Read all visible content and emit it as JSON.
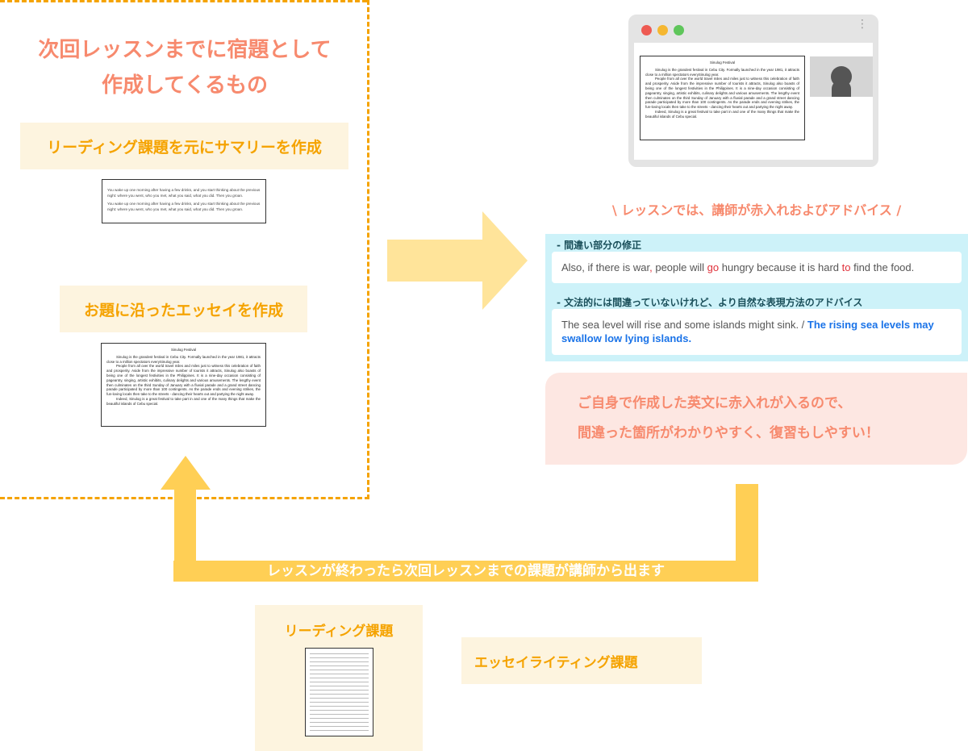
{
  "homework": {
    "title_line1": "次回レッスンまでに宿題として",
    "title_line2": "作成してくるもの",
    "summary_label": "リーディング課題を元にサマリーを作成",
    "summary_doc": [
      "You wake up one morning after having a few drinks, and you start thinking about the previous night: where you went, who you met, what you said, what you did. Then you groan.",
      "You wake up one morning after having a few drinks, and you start thinking about the previous night: where you went, who you met, what you said, what you did. Then you groan."
    ],
    "essay_label": "お題に沿ったエッセイを作成"
  },
  "essay": {
    "title": "Sinulog Festival",
    "p1": "Sinulog is the grandest festival in Cebu City. Formally launched in the year 1981, it attracts close to a million spectators everySinulog year.",
    "p2": "People from all over the world travel miles and miles just to witness this celebration of faith and prosperity. Aside from the impressive number of tourists it attracts, Sinulog also boasts of being one of the longest festivities in the Philippines. It is a nine-day occasion consisting of pageantry, singing, artistic exhibits, culinary delights and various amusements. The lengthy event then culminates on the third Sunday of January with a fluvial parade and a grand street dancing parade participated by more than 100 contingents. As the parade ends and evening strikes, the fun-loving locals then take to the streets - dancing their hearts out and partying the night away.",
    "p3": "Indeed, Sinulog is a great festival to take part in and one of the many things that make the beautiful islands of Cebu special."
  },
  "lesson": {
    "heading": "\\ レッスンでは、講師が赤入れおよびアドバイス /",
    "correction_label": "- 間違い部分の修正",
    "correction": [
      "Also, if there is war",
      ",",
      " people will ",
      "go",
      " hungry because it is hard ",
      "to",
      " find the food."
    ],
    "advice_label": "- 文法的には間違っていないけれど、より自然な表現方法のアドバイス",
    "advice_original": "The sea level will rise and some islands might sink. / ",
    "advice_suggested": "The rising sea levels may swallow low lying islands.",
    "benefit_line1": "ご自身で作成した英文に赤入れが入るので、",
    "benefit_line2": "間違った箇所がわかりやすく、復習もしやすい！"
  },
  "cycle": {
    "arrow_text": "レッスンが終わったら次回レッスンまでの課題が講師から出ます",
    "reading_task": "リーディング課題",
    "essay_task": "エッセイライティング課題"
  },
  "colors": {
    "orange": "#f5a300",
    "coral": "#f78a6e",
    "cyan": "#cdf2f9",
    "yellow": "#ffcf55"
  }
}
